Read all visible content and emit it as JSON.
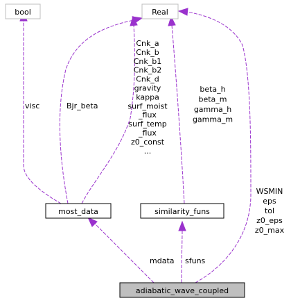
{
  "colors": {
    "edge": "#9a32cd",
    "focus_fill": "#bfbfbf",
    "external_border": "#bfbfbf",
    "class_border": "#000000"
  },
  "nodes": {
    "bool": "bool",
    "real": "Real",
    "most_data": "most_data",
    "similarity_funs": "similarity_funs",
    "adiabatic_wave_coupled": "adiabatic_wave_coupled"
  },
  "edges": {
    "visc": "visc",
    "bjr_beta": "Bjr_beta",
    "most_data_to_real": [
      "Cnk_a",
      "Cnk_b",
      "Cnk_b1",
      "Cnk_b2",
      "Cnk_d",
      "gravity",
      "kappa",
      "surf_moist",
      "_flux",
      "surf_temp",
      "_flux",
      "z0_const",
      "..."
    ],
    "similarity_to_real": [
      "beta_h",
      "beta_m",
      "gamma_h",
      "gamma_m"
    ],
    "adiabatic_to_real": [
      "WSMIN",
      "eps",
      "tol",
      "z0_eps",
      "z0_max"
    ],
    "mdata": "mdata",
    "sfuns": "sfuns"
  }
}
